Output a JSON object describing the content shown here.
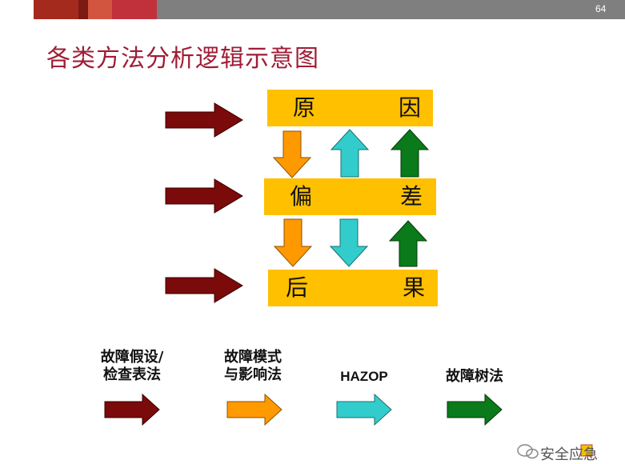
{
  "page_number": "64",
  "title": "各类方法分析逻辑示意图",
  "boxes": {
    "cause": {
      "left": "原",
      "right": "因"
    },
    "deviation": {
      "left": "偏",
      "right": "差"
    },
    "consequence": {
      "left": "后",
      "right": "果"
    }
  },
  "legend": [
    {
      "label_line1": "故障假设/",
      "label_line2": "检查表法",
      "color": "#7b0a0a"
    },
    {
      "label_line1": "故障模式",
      "label_line2": "与影响法",
      "color": "#ff9900"
    },
    {
      "label_line1": "HAZOP",
      "label_line2": "",
      "color": "#33cccc"
    },
    {
      "label_line1": "故障树法",
      "label_line2": "",
      "color": "#0a7a1a"
    }
  ],
  "watermark": "安全应急",
  "colors": {
    "title": "#a01c35",
    "box": "#ffc000",
    "dark_red": "#7b0a0a",
    "orange": "#ff9900",
    "cyan": "#33cccc",
    "green": "#0a7a1a"
  }
}
